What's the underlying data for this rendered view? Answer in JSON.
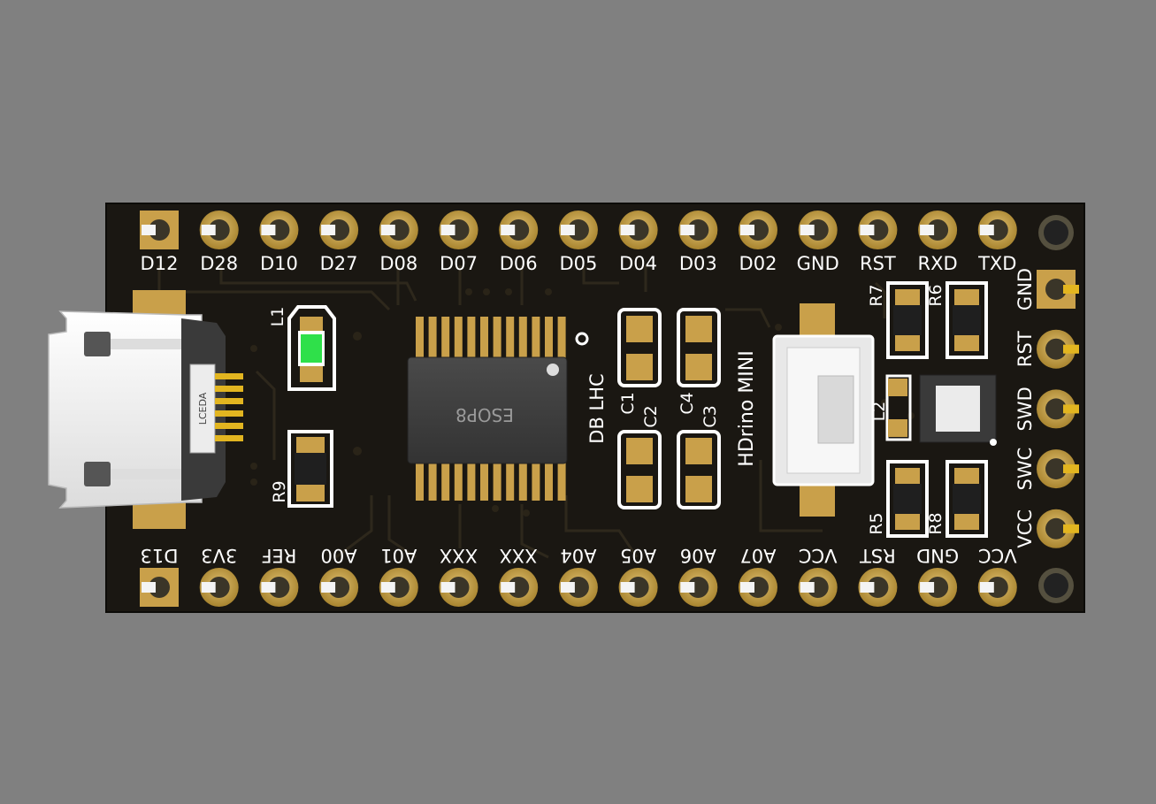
{
  "colors": {
    "background": "#808080",
    "board": "#1a1712",
    "trace": "#2c261b",
    "pad_gold": "#c9a04a",
    "silkscreen": "#ffffff",
    "chip_body": "#3d3d3d",
    "led_green": "#2fe04a",
    "connector_white": "#f2f2f2"
  },
  "board": {
    "name": "HDrino MINI",
    "maker": "DB LHC",
    "usb_marking": "LCEDA"
  },
  "top_pins": [
    "D12",
    "D28",
    "D10",
    "D27",
    "D08",
    "D07",
    "D06",
    "D05",
    "D04",
    "D03",
    "D02",
    "GND",
    "RST",
    "RXD",
    "TXD"
  ],
  "bottom_pins": [
    "D13",
    "3V3",
    "REF",
    "A00",
    "A01",
    "XXX",
    "XXX",
    "A04",
    "A05",
    "A06",
    "A07",
    "VCC",
    "RST",
    "GND",
    "VCC"
  ],
  "side_pins": [
    "GND",
    "RST",
    "SWD",
    "SWC",
    "VCC"
  ],
  "components": {
    "ic": "ESOP8",
    "inductor_led": "L1",
    "inductor": "L2",
    "resistors": {
      "r5": "R5",
      "r6": "R6",
      "r7": "R7",
      "r8": "R8",
      "r9": "R9"
    },
    "capacitors": {
      "c1": "C1",
      "c2": "C2",
      "c3": "C3",
      "c4": "C4"
    }
  }
}
